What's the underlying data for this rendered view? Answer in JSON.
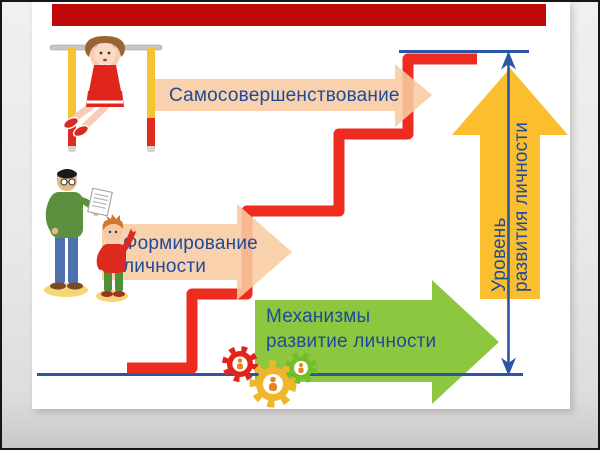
{
  "slide_title_bar": {
    "banner_color": "#c00808"
  },
  "labels": {
    "self_improvement": "Самосовершенствование",
    "formation_line1": "Формирование",
    "formation_line2": "личности",
    "mechanisms_line1": "Механизмы",
    "mechanisms_line2": "развитие личности",
    "level_line1": "Уровень",
    "level_line2": "развития личности"
  },
  "colors": {
    "banner_red": "#c00808",
    "staircase_red": "#ee2b1f",
    "arrow_peach": "#f8cba3",
    "arrow_green": "#8dc63f",
    "arrow_yellow": "#fbbe2e",
    "line_blue": "#2a56a4",
    "text_blue": "#1d4b9b",
    "slide_white": "#ffffff",
    "background_gray": "#e7e7e5"
  },
  "icons": [
    "boy-on-pullup-bar-illustration",
    "adult-with-child-illustration",
    "red-gear-icon",
    "yellow-gear-icon",
    "green-gear-icon",
    "staircase-line",
    "measure-arrow-line"
  ]
}
